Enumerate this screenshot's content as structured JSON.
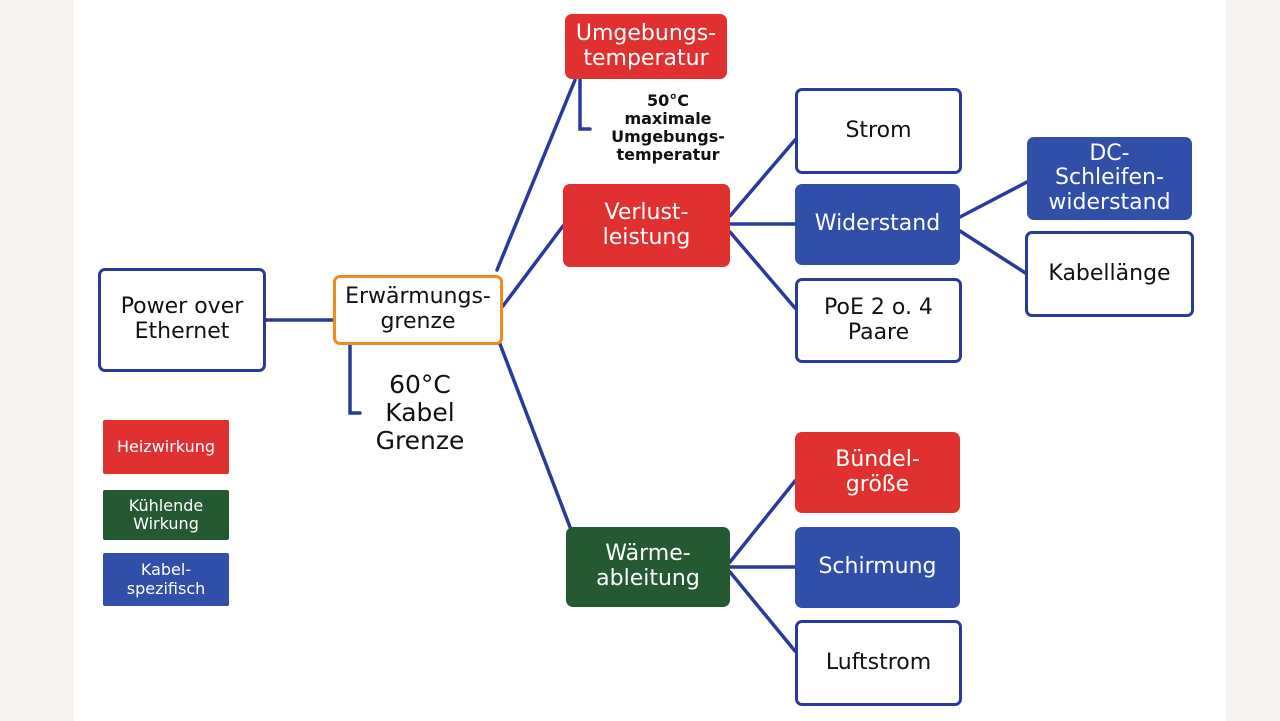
{
  "colors": {
    "heat": "#e03030",
    "cooling": "#235a32",
    "cable": "#2f4fa8",
    "connector": "#2a3a9a",
    "highlight_border": "#f08a1c"
  },
  "nodes": {
    "poe": "Power over\nEthernet",
    "heating_limit": "Erwärmungs-\ngrenze",
    "ambient_temp": "Umgebungs-\ntemperatur",
    "power_loss": "Verlust-\nleistung",
    "heat_dissipation": "Wärme-\nableitung",
    "current": "Strom",
    "resistance": "Widerstand",
    "poe_pairs": "PoE 2 o. 4\nPaare",
    "dc_loop": "DC-\nSchleifen-\nwiderstand",
    "cable_length": "Kabellänge",
    "bundle_size": "Bündel-\ngröße",
    "shielding": "Schirmung",
    "airflow": "Luftstrom"
  },
  "notes": {
    "cable_limit": "60°C\nKabel\nGrenze",
    "ambient_max": "50°C\nmaximale\nUmgebungs-\ntemperatur"
  },
  "legend": {
    "heating": "Heizwirkung",
    "cooling": "Kühlende\nWirkung",
    "cable_specific": "Kabel-\nspezifisch"
  }
}
